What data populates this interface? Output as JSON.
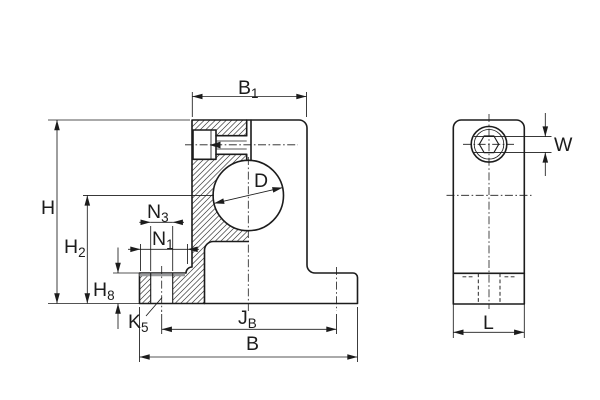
{
  "drawing": {
    "labels": {
      "B1": {
        "base": "B",
        "sub": "1"
      },
      "H": {
        "base": "H"
      },
      "H2": {
        "base": "H",
        "sub": "2"
      },
      "H8": {
        "base": "H",
        "sub": "8"
      },
      "N3": {
        "base": "N",
        "sub": "3"
      },
      "N1": {
        "base": "N",
        "sub": "1"
      },
      "K5": {
        "base": "K",
        "sub": "5"
      },
      "JB": {
        "base": "J",
        "sub": "B"
      },
      "B": {
        "base": "B"
      },
      "D": {
        "base": "D"
      },
      "W": {
        "base": "W"
      },
      "L": {
        "base": "L"
      }
    },
    "colors": {
      "line": "#1c1c1c",
      "contact_surface": "#98999b",
      "background": "#ffffff"
    }
  }
}
